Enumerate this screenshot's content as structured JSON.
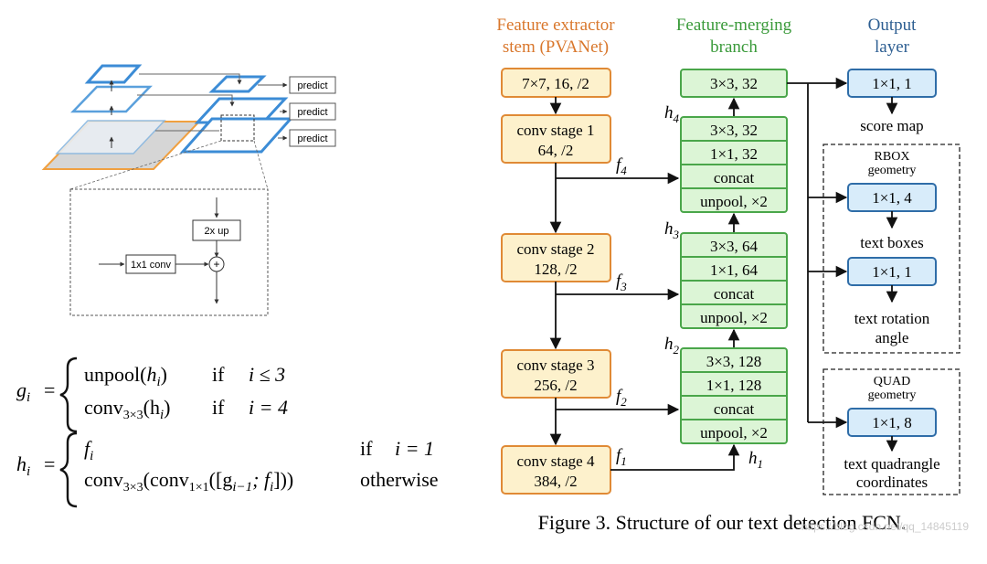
{
  "fpn": {
    "predict_labels": [
      "predict",
      "predict",
      "predict"
    ],
    "upsample_label": "2x up",
    "conv_label": "1x1 conv",
    "plus_symbol": "+"
  },
  "equations": {
    "g_lhs": "g",
    "g_lhs_sub": "i",
    "eq_sign": "=",
    "g_case1_func": "unpool(",
    "g_case1_var": "h",
    "g_case1_var_sub": "i",
    "g_case1_close": ")",
    "g_case1_if": "if",
    "g_case1_cond": "i ≤ 3",
    "g_case2_func": "conv",
    "g_case2_sub": "3×3",
    "g_case2_arg": "(h",
    "g_case2_arg_sub": "i",
    "g_case2_close": ")",
    "g_case2_if": "if",
    "g_case2_cond": "i = 4",
    "h_lhs": "h",
    "h_lhs_sub": "i",
    "h_case1_var": "f",
    "h_case1_var_sub": "i",
    "h_case1_if": "if",
    "h_case1_cond": "i = 1",
    "h_case2_func": "conv",
    "h_case2_sub": "3×3",
    "h_case2_inner": "(conv",
    "h_case2_inner_sub": "1×1",
    "h_case2_arg": "([g",
    "h_case2_arg_sub": "i−1",
    "h_case2_arg2": "; f",
    "h_case2_arg2_sub": "i",
    "h_case2_close": "]))",
    "h_case2_otherwise": "otherwise"
  },
  "fcn": {
    "columns": {
      "stem_title": [
        "Feature extractor",
        "stem (PVANet)"
      ],
      "merge_title": [
        "Feature-merging",
        "branch"
      ],
      "output_title": [
        "Output",
        "layer"
      ]
    },
    "colors": {
      "stem_title": "#d9772c",
      "merge_title": "#3a9a3a",
      "output_title": "#2e5f92",
      "stem_fill": "#fdf1cc",
      "stem_stroke": "#e08a35",
      "merge_fill": "#dcf5d6",
      "merge_stroke": "#4aa64a",
      "output_fill": "#d8ecfa",
      "output_stroke": "#2f6da8"
    },
    "stem_blocks": [
      [
        "7×7, 16, /2"
      ],
      [
        "conv stage 1",
        "64, /2"
      ],
      [
        "conv stage 2",
        "128, /2"
      ],
      [
        "conv stage 3",
        "256, /2"
      ],
      [
        "conv stage 4",
        "384, /2"
      ]
    ],
    "merge_top": "3×3, 32",
    "merge_groups": [
      [
        "3×3, 32",
        "1×1, 32",
        "concat",
        "unpool, ×2"
      ],
      [
        "3×3, 64",
        "1×1, 64",
        "concat",
        "unpool, ×2"
      ],
      [
        "3×3, 128",
        "1×1, 128",
        "concat",
        "unpool, ×2"
      ]
    ],
    "f_labels": [
      {
        "var": "f",
        "sub": "4"
      },
      {
        "var": "f",
        "sub": "3"
      },
      {
        "var": "f",
        "sub": "2"
      },
      {
        "var": "f",
        "sub": "1"
      }
    ],
    "h_labels": [
      {
        "var": "h",
        "sub": "4"
      },
      {
        "var": "h",
        "sub": "3"
      },
      {
        "var": "h",
        "sub": "2"
      },
      {
        "var": "h",
        "sub": "1"
      }
    ],
    "outputs": {
      "score": {
        "block": "1×1, 1",
        "caption": [
          "score map"
        ]
      },
      "rbox_title": [
        "RBOX",
        "geometry"
      ],
      "boxes": {
        "block": "1×1, 4",
        "caption": [
          "text boxes"
        ]
      },
      "angle": {
        "block": "1×1, 1",
        "caption": [
          "text rotation",
          "angle"
        ]
      },
      "quad_title": [
        "QUAD",
        "geometry"
      ],
      "quad": {
        "block": "1×1, 8",
        "caption": [
          "text quadrangle",
          "coordinates"
        ]
      }
    }
  },
  "caption": "Figure 3. Structure of our text detection FCN.",
  "watermark": "https://blog.csdn.net/qq_14845119"
}
